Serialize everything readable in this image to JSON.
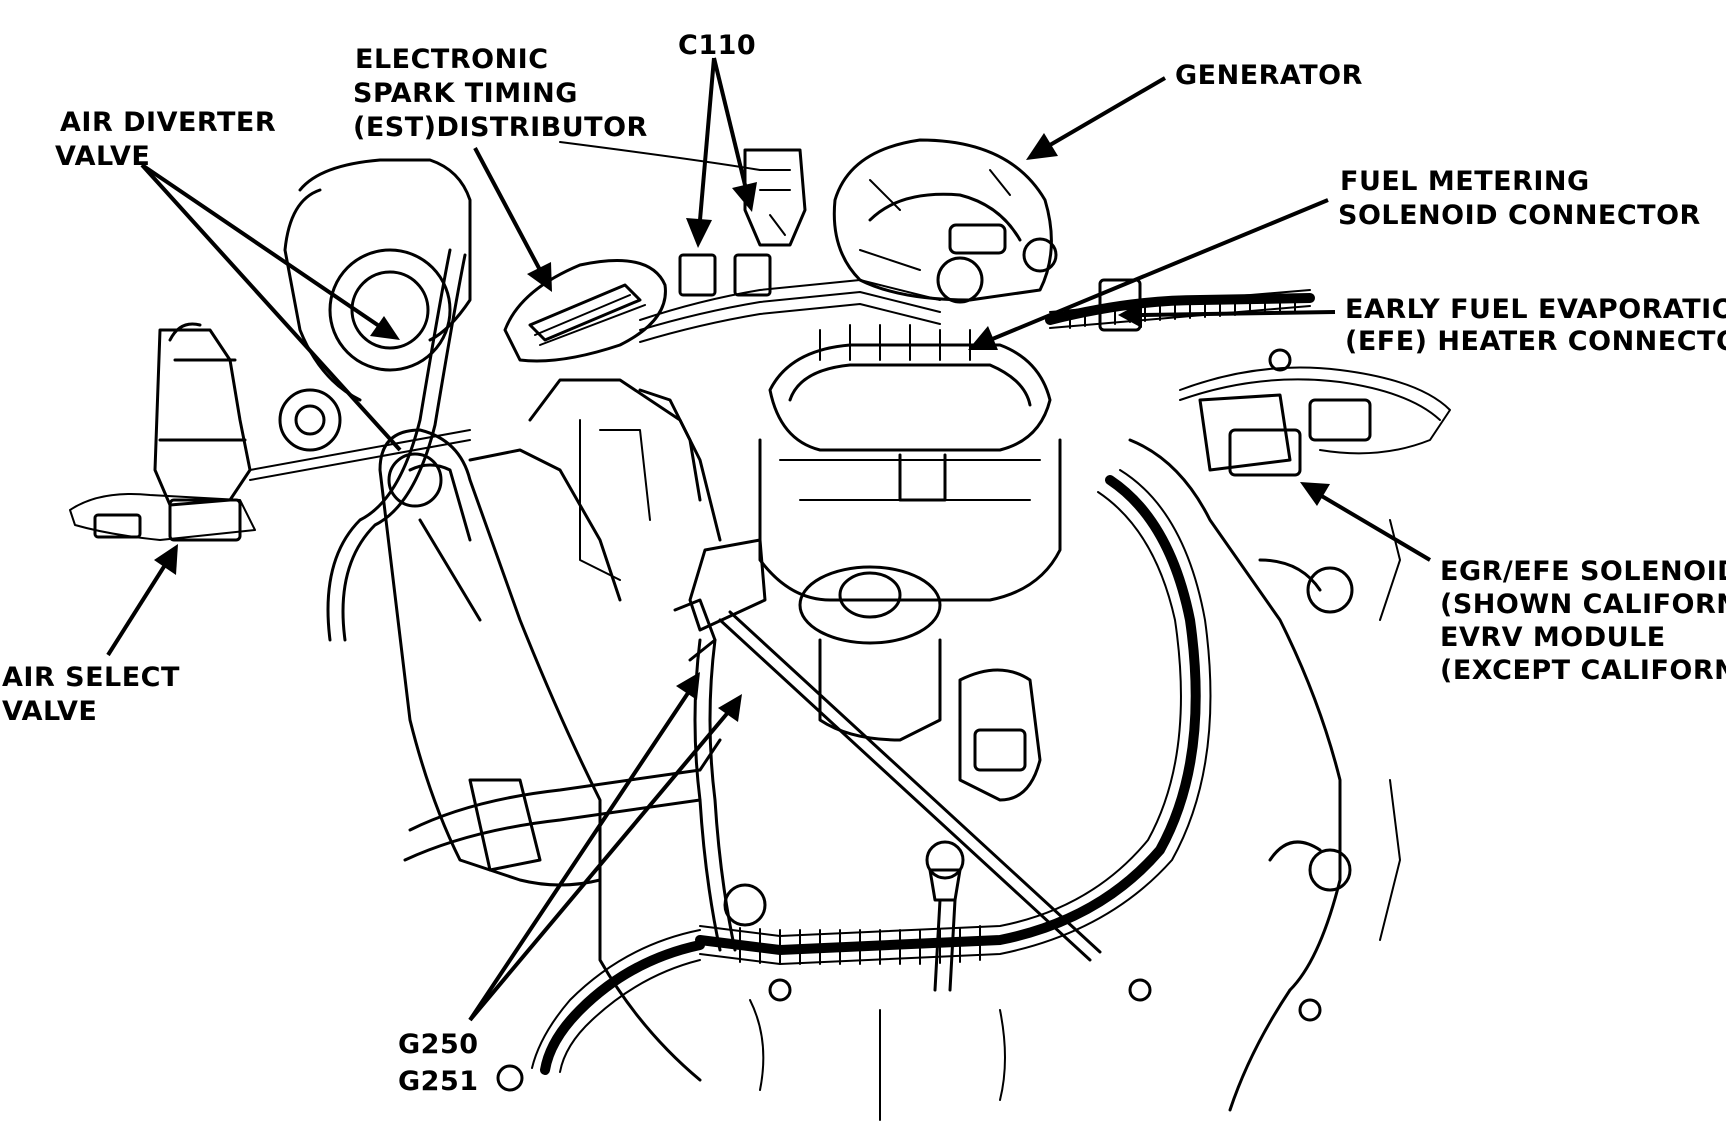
{
  "labels": {
    "air_diverter_valve": [
      "AIR DIVERTER",
      "VALVE"
    ],
    "est_distributor": [
      "ELECTRONIC",
      "SPARK TIMING",
      "(EST)DISTRIBUTOR"
    ],
    "c110": "C110",
    "generator": "GENERATOR",
    "fuel_metering_solenoid_connector": [
      "FUEL METERING",
      "SOLENOID CONNECTOR"
    ],
    "efe_heater_connector": [
      "EARLY FUEL EVAPORATION",
      "(EFE) HEATER CONNECTOR"
    ],
    "egr_efe_solenoids": [
      "EGR/EFE SOLENOIDS",
      "(SHOWN CALIFORNIA)",
      "EVRV MODULE",
      "(EXCEPT CALIFORNIA)"
    ],
    "air_select_valve": [
      "AIR SELECT",
      "VALVE"
    ],
    "ground_g250": "G250",
    "ground_g251": "G251"
  },
  "colors": {
    "ink": "#000000",
    "paper": "#ffffff"
  }
}
